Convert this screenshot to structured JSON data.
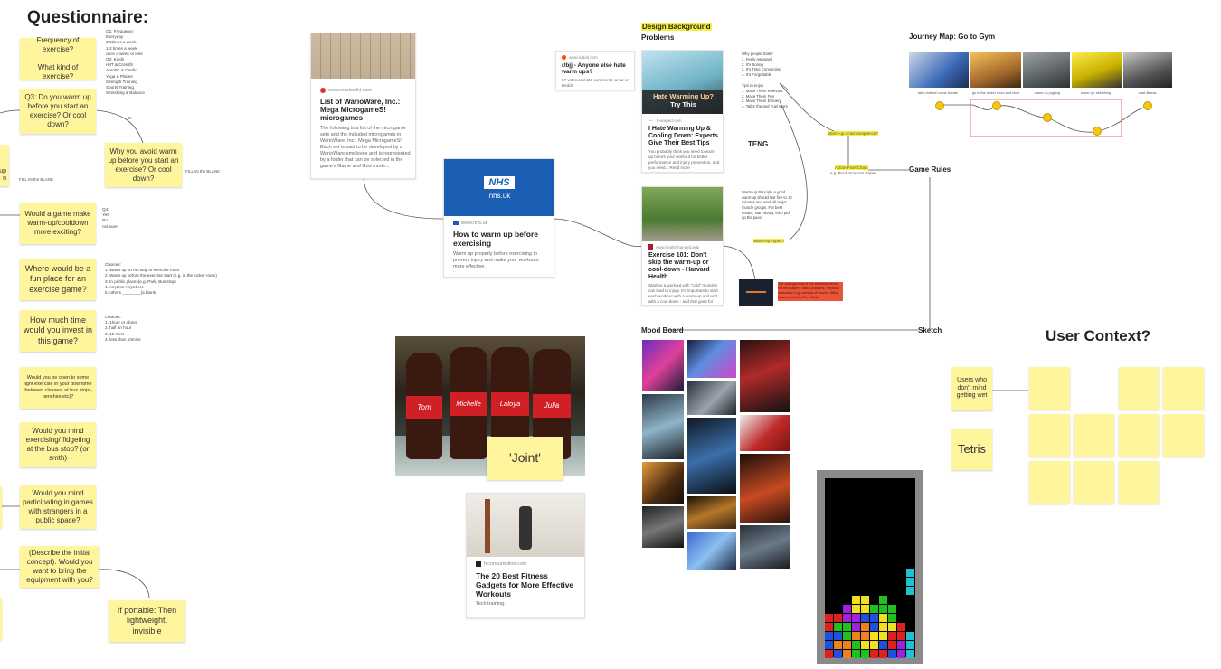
{
  "questionnaire": {
    "title": "Questionnaire:",
    "stickies": [
      "Frequency of exercise?\n\nWhat kind of exercise?",
      "Q3: Do you warm up before you start an exercise? Or cool down?",
      "Why you avoid warm up before you start an exercise? Or cool down?",
      "Would a game make warm-up/cooldown more exciting?",
      "Where would be a fun place for an exercise game?",
      "How much time would you invest in this game?",
      "Would you be open to some light exercise in your downtime (between classes, at bus stops, benches etc)?",
      "Would you mind exercising/ fidgeting at the bus stop? (or smth)",
      "Would you mind participating in games with strangers in a public space?",
      "(Describe the initial concept). Would you want to bring the equipment with you?",
      "If portable: Then lightweight, invisible"
    ],
    "partial_left": [
      "up",
      "n"
    ],
    "edge_label_to": "To",
    "fill_in_blank_1": "FILL IN the BLANK",
    "fill_in_blank_2": "FILL IN the BLANK",
    "q1_notes": "Q1: Frequency\nEveryday\n3-5times a week\n1-2 times a week\nonce a week or less\nQ2: Kinds\nHIIT & Crossfit\nAerobic & Cardio\nYoga & Pilates\nStrength Training\nSports Training\nStretching & Balance",
    "q4_notes": "Q4:\nYes\nNo\nnot sure",
    "place_choices": "Choices:\n1. Warm up on the way to exercise room\n2. Warm up before the exercise start (e.g. in the locker room)\n3. In public places(e.g. Park, Bus stop)\n4. Anytime Anywhere\n5. others ________(a blank)",
    "time_choices": "Choices:\n1. 1hour or above\n2. half an hour\n3. 15 mins\n4. less than 10mins"
  },
  "cards": {
    "wario": {
      "source": "www.mariowiki.com",
      "title": "List of WarioWare, Inc.: Mega MicrogameS! microgames",
      "desc": "The following is a list of the microgame sets and the included microgames in WarioWare, Inc.: Mega MicrogameS!. Each set is said to be developed by a WarioWare employee and is represented by a folder that can be selected in the game's Game and Grid mode..."
    },
    "nhs": {
      "logo": "NHS",
      "logo_sub": "nhs.uk",
      "source": "www.nhs.uk",
      "title": "How to warm up before exercising",
      "desc": "Warm up properly before exercising to prevent injury and make your workouts more effective."
    },
    "reddit": {
      "source": "www.reddit.com",
      "title": "r/bjj - Anyone else hate warm ups?",
      "desc": "87 votes and 116 comments so far on Reddit"
    },
    "warmup_tips": {
      "overlay_1": "Hate Warming Up?",
      "overlay_2": "Try This",
      "source": "b-amped.com",
      "title": "I Hate Warming Up & Cooling Down: Experts Give Their Best Tips",
      "desc": "You probably think you need to warm up before your workout for better performance and injury prevention, and you need... Read more"
    },
    "harvard": {
      "source": "www.health.harvard.edu",
      "title": "Exercise 101: Don't skip the warm-up or cool-down - Harvard Health",
      "desc": "Starting a workout with \"cold\" muscles can lead to injury. It's important to start each workout with a warm-up and end with a cool-down - and that goes for true beginners, seasoned pros..."
    },
    "gadgets": {
      "source": "hiconsumption.com",
      "title": "The 20 Best Fitness Gadgets for More Effective Workouts",
      "desc": "Tech training."
    }
  },
  "design": {
    "bg_label": "Design Background",
    "problems_label": "Problems",
    "teng_label": "TENG",
    "why_notes": "Why people hate?\n1. Feels Awkward\n2. It's Boring\n3. It's Time Consuming\n4. It's Forgettable",
    "tips_notes": "Tips to enjoy\n1. Make Them Relevant\n2. Make Them Fun\n3. Make Them Efficient\n4. Tailor the and Fuel More",
    "principle_notes": "Warm-up Principle\nA good warm-up should last five to 10 minutes and work all major muscle groups. For best results, start slowly, then pick up the pace.",
    "hl_1": "Warm-up Action/Sequence?",
    "hl_2": "Action Pixel Chain",
    "hl_2_sub": "e.g. Rock Scissors Paper",
    "hl_3": "Warm-up Types?",
    "red_note": "The arrangement of the letters/numbers fits the player's Hand positions; Physical interaction e.g. combos of moves, tilting, balance, Action Pixel Chain",
    "game_rules": "Game Rules",
    "sketch": "Sketch",
    "mood_board": "Mood Board"
  },
  "journey": {
    "title": "Journey Map: Go to Gym",
    "captions": [
      "take clothes/ come to cafe",
      "go to the locker room and shoe",
      "warm up jogging",
      "warm up: stretching",
      "start fitness"
    ]
  },
  "joint": {
    "sticky": "'Joint'",
    "bottle_labels": [
      "Tom",
      "Michelle",
      "Latoya",
      "Julia"
    ]
  },
  "user_context": {
    "title": "User Context?",
    "sticky_1": "Users who don't mind getting wet",
    "sticky_2": "Tetris"
  }
}
